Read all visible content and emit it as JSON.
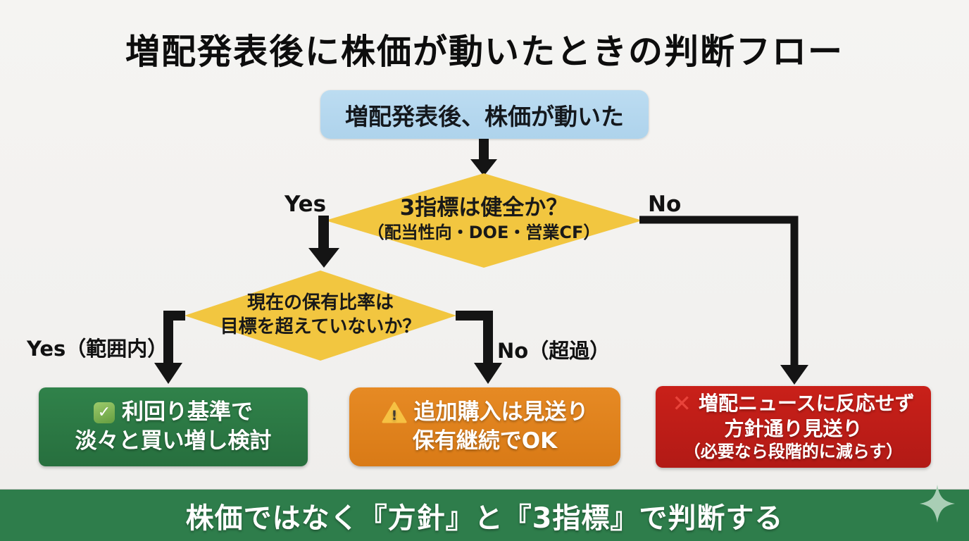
{
  "title": "増配発表後に株価が動いたときの判断フロー",
  "flow": {
    "start": {
      "label": "増配発表後、株価が動いた"
    },
    "decision1": {
      "line1": "3指標は健全か？",
      "line2": "（配当性向・DOE・営業CF）",
      "yes": "Yes",
      "no": "No"
    },
    "decision2": {
      "line1": "現在の保有比率は",
      "line2": "目標を超えていないか？",
      "yes": "Yes（範囲内）",
      "no": "No（超過）"
    },
    "outcome_buy": {
      "icon": "check-icon",
      "line1": "利回り基準で",
      "line2": "淡々と買い増し検討"
    },
    "outcome_hold": {
      "icon": "warning-icon",
      "line1": "追加購入は見送り",
      "line2": "保有継続でOK"
    },
    "outcome_skip": {
      "icon": "cross-icon",
      "line1": "増配ニュースに反応せず",
      "line2": "方針通り見送り",
      "line3": "（必要なら段階的に減らす）"
    }
  },
  "icons": {
    "check": "✓",
    "warning": "!",
    "cross": "✕"
  },
  "banner": {
    "text": "株価ではなく『方針』と『3指標』で判断する"
  },
  "colors": {
    "background": "#f2f1ef",
    "start_box": "#b5d8ee",
    "decision_diamond": "#f2c640",
    "outcome_buy": "#2b7b45",
    "outcome_hold": "#e0821f",
    "outcome_skip": "#c01c1a",
    "banner": "#2e7d4b",
    "connector": "#141414",
    "sparkle": "#a9ceb5"
  }
}
